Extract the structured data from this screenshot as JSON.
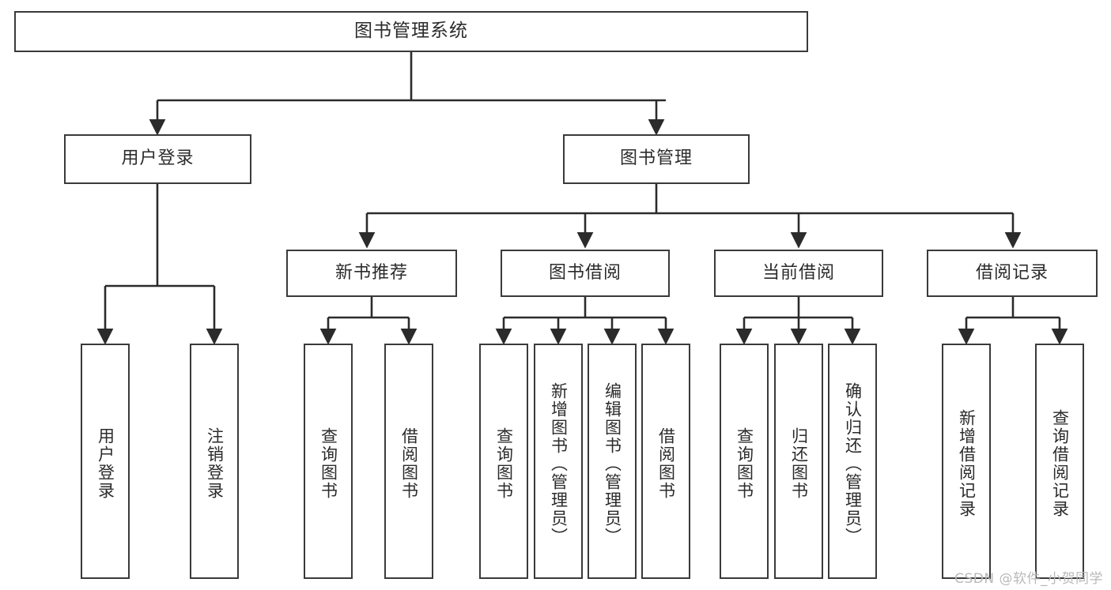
{
  "diagram": {
    "title": "图书管理系统",
    "type": "tree",
    "colors": {
      "box_border": "#3a3a3a",
      "box_fill": "#ffffff",
      "connector": "#2b2b2b",
      "text": "#2b2b2b",
      "watermark": "#b9b9b9"
    },
    "root": {
      "label": "图书管理系统"
    },
    "level2": [
      {
        "label": "用户登录"
      },
      {
        "label": "图书管理"
      }
    ],
    "level3": [
      {
        "label": "新书推荐"
      },
      {
        "label": "图书借阅"
      },
      {
        "label": "当前借阅"
      },
      {
        "label": "借阅记录"
      }
    ],
    "leaves": {
      "user_login": [
        {
          "label": "用户登录"
        },
        {
          "label": "注销登录"
        }
      ],
      "new_book": [
        {
          "label": "查询图书"
        },
        {
          "label": "借阅图书"
        }
      ],
      "book_borrow": [
        {
          "label": "查询图书"
        },
        {
          "label": "新增图书（管理员）"
        },
        {
          "label": "编辑图书（管理员）"
        },
        {
          "label": "借阅图书"
        }
      ],
      "current_borrow": [
        {
          "label": "查询图书"
        },
        {
          "label": "归还图书"
        },
        {
          "label": "确认归还（管理员）"
        }
      ],
      "borrow_record": [
        {
          "label": "新增借阅记录"
        },
        {
          "label": "查询借阅记录"
        }
      ]
    }
  },
  "watermark": {
    "text": "CSDN @软件_小贺同学"
  }
}
